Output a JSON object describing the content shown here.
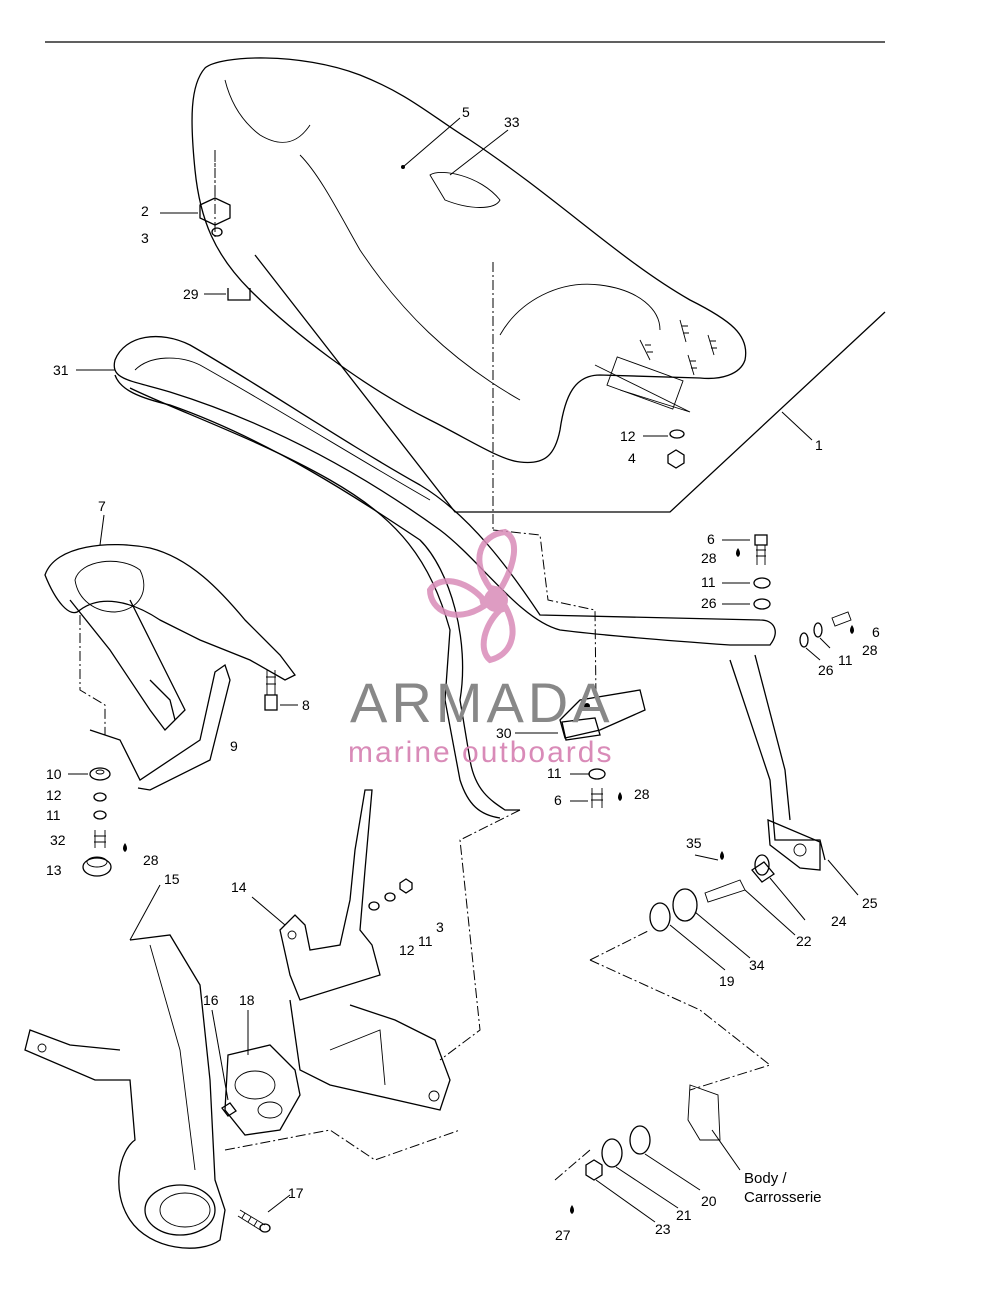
{
  "watermark": {
    "brand": "ARMADA",
    "tagline": "marine outboards",
    "color_brand": "#888888",
    "color_logo": "#d98bb8"
  },
  "diagram": {
    "body_label_line1": "Body /",
    "body_label_line2": "Carrosserie",
    "callouts": [
      {
        "id": "c1",
        "text": "1"
      },
      {
        "id": "c2",
        "text": "2"
      },
      {
        "id": "c3a",
        "text": "3"
      },
      {
        "id": "c3b",
        "text": "3"
      },
      {
        "id": "c4",
        "text": "4"
      },
      {
        "id": "c5",
        "text": "5"
      },
      {
        "id": "c6a",
        "text": "6"
      },
      {
        "id": "c6b",
        "text": "6"
      },
      {
        "id": "c6c",
        "text": "6"
      },
      {
        "id": "c7",
        "text": "7"
      },
      {
        "id": "c8",
        "text": "8"
      },
      {
        "id": "c9",
        "text": "9"
      },
      {
        "id": "c10",
        "text": "10"
      },
      {
        "id": "c11a",
        "text": "11"
      },
      {
        "id": "c11b",
        "text": "11"
      },
      {
        "id": "c11c",
        "text": "11"
      },
      {
        "id": "c11d",
        "text": "11"
      },
      {
        "id": "c11e",
        "text": "11"
      },
      {
        "id": "c12a",
        "text": "12"
      },
      {
        "id": "c12b",
        "text": "12"
      },
      {
        "id": "c12c",
        "text": "12"
      },
      {
        "id": "c13",
        "text": "13"
      },
      {
        "id": "c14",
        "text": "14"
      },
      {
        "id": "c15",
        "text": "15"
      },
      {
        "id": "c16",
        "text": "16"
      },
      {
        "id": "c17",
        "text": "17"
      },
      {
        "id": "c18",
        "text": "18"
      },
      {
        "id": "c19",
        "text": "19"
      },
      {
        "id": "c20",
        "text": "20"
      },
      {
        "id": "c21",
        "text": "21"
      },
      {
        "id": "c22",
        "text": "22"
      },
      {
        "id": "c23",
        "text": "23"
      },
      {
        "id": "c24",
        "text": "24"
      },
      {
        "id": "c25",
        "text": "25"
      },
      {
        "id": "c26a",
        "text": "26"
      },
      {
        "id": "c26b",
        "text": "26"
      },
      {
        "id": "c27",
        "text": "27"
      },
      {
        "id": "c28a",
        "text": "28"
      },
      {
        "id": "c28b",
        "text": "28"
      },
      {
        "id": "c28c",
        "text": "28"
      },
      {
        "id": "c28d",
        "text": "28"
      },
      {
        "id": "c29",
        "text": "29"
      },
      {
        "id": "c30",
        "text": "30"
      },
      {
        "id": "c31",
        "text": "31"
      },
      {
        "id": "c32",
        "text": "32"
      },
      {
        "id": "c33",
        "text": "33"
      },
      {
        "id": "c34",
        "text": "34"
      },
      {
        "id": "c35",
        "text": "35"
      }
    ]
  }
}
